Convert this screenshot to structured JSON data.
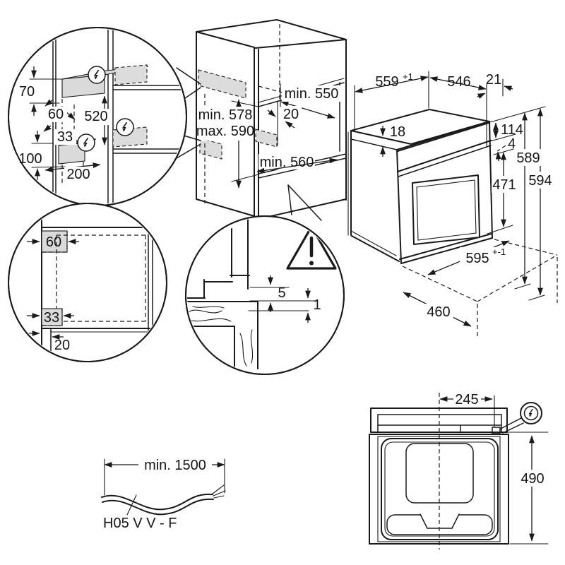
{
  "detail_electrical": {
    "dim_70": "70",
    "dim_60": "60",
    "dim_520": "520",
    "dim_33": "33",
    "dim_100": "100",
    "dim_200": "200"
  },
  "cabinet": {
    "dim_depth_top": "min. 550",
    "dim_gap_20": "20",
    "dim_height_min": "min. 578",
    "dim_height_max": "max. 590",
    "dim_depth_bottom": "min. 560"
  },
  "oven": {
    "dim_559": "559",
    "dim_559_tol": "+1",
    "dim_546": "546",
    "dim_21": "21",
    "dim_18": "18",
    "dim_114": "114",
    "dim_4": "4",
    "dim_589": "589",
    "dim_594": "594",
    "dim_471": "471",
    "dim_595": "595",
    "dim_595_tol": "+-1",
    "dim_460": "460"
  },
  "detail_niche": {
    "dim_60": "60",
    "dim_33": "33",
    "dim_20": "20"
  },
  "detail_plinth": {
    "dim_5": "5",
    "dim_1": "1"
  },
  "cable": {
    "dim_length": "min. 1500",
    "label_type": "H05 V V - F"
  },
  "top_view": {
    "dim_245": "245",
    "dim_490": "490"
  },
  "colors": {
    "line": "#1a1a1a",
    "shade": "#dadada",
    "background": "#ffffff"
  }
}
